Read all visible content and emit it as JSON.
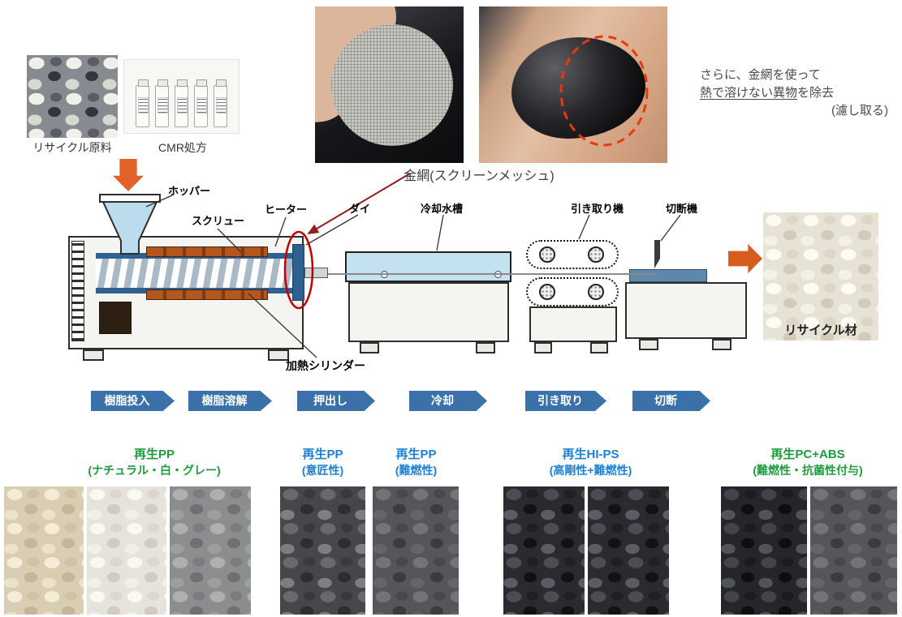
{
  "photos": {
    "recycle_raw_label": "リサイクル原料",
    "cmr_label": "CMR処方",
    "mesh_caption": "金網(スクリーンメッシュ)",
    "output_label": "リサイクル材"
  },
  "note": {
    "line1": "さらに、金網を使って",
    "line2_underlined": "熱で溶けない異物",
    "line2_rest": "を除去",
    "line3": "(濾し取る)"
  },
  "machine_labels": {
    "hopper": "ホッパー",
    "screw": "スクリュー",
    "heater": "ヒーター",
    "die": "ダイ",
    "cooling_tank": "冷却水槽",
    "haul_off": "引き取り機",
    "cutter": "切断機",
    "heating_cylinder": "加熱シリンダー"
  },
  "process_steps": [
    "樹脂投入",
    "樹脂溶解",
    "押出し",
    "冷却",
    "引き取り",
    "切断"
  ],
  "products": [
    {
      "name": "再生PP",
      "subtitle": "(ナチュラル・白・グレー)",
      "color": "#1e9b3c"
    },
    {
      "name": "再生PP",
      "subtitle": "(意匠性)",
      "color": "#1b80d4"
    },
    {
      "name": "再生PP",
      "subtitle": "(難燃性)",
      "color": "#1b80d4"
    },
    {
      "name": "再生HI-PS",
      "subtitle": "(高剛性+難燃性)",
      "color": "#1b80d4"
    },
    {
      "name": "再生PC+ABS",
      "subtitle": "(難燃性・抗菌性付与)",
      "color": "#1e9b3c"
    }
  ],
  "colors": {
    "step_arrow_blue": "#3a71a8",
    "accent_orange": "#d85c1e",
    "annotation_red": "#c00000",
    "dashed_circle_red": "#e8380d",
    "heater_brown": "#b4571f",
    "water_blue": "#c3e1f1",
    "product_green": "#1e9b3c",
    "product_blue": "#1b80d4"
  }
}
